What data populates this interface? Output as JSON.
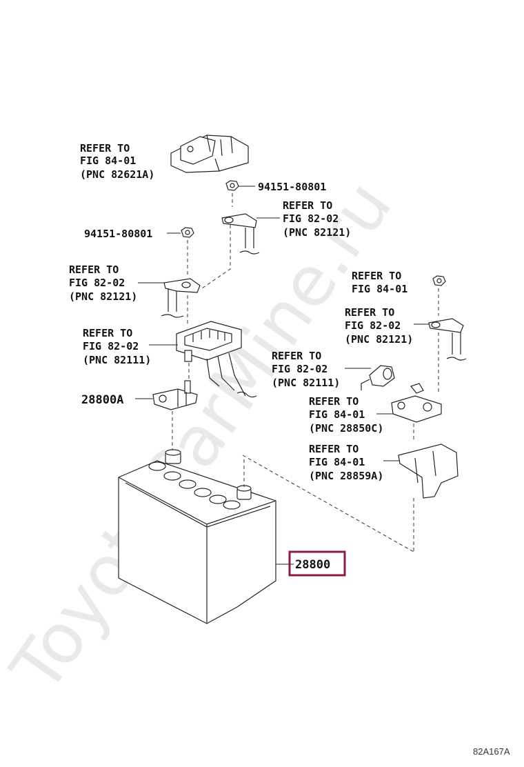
{
  "watermark": "ToyotaCarMine.ru",
  "figure_code": "82A167A",
  "callouts": {
    "connector_top": [
      "REFER TO",
      "FIG 84-01",
      "(PNC 82621A)"
    ],
    "nut_a": "94151-80801",
    "wire_terminal_a": [
      "REFER TO",
      "FIG 82-02",
      "(PNC 82121)"
    ],
    "nut_b": "94151-80801",
    "wire_terminal_b": [
      "REFER TO",
      "FIG 82-02",
      "(PNC 82121)"
    ],
    "fuse_block": [
      "REFER TO",
      "FIG 82-02",
      "(PNC 82111)"
    ],
    "terminal_clamp": "28800A",
    "nut_right": [
      "REFER TO",
      "FIG 84-01"
    ],
    "wire_terminal_c": [
      "REFER TO",
      "FIG 82-02",
      "(PNC 82121)"
    ],
    "cable_connector": [
      "REFER TO",
      "FIG 82-02",
      "(PNC 82111)"
    ],
    "negative_clamp": [
      "REFER TO",
      "FIG 84-01",
      "(PNC 28850C)"
    ],
    "bracket": [
      "REFER TO",
      "FIG 84-01",
      "(PNC 28859A)"
    ],
    "battery": "28800"
  }
}
